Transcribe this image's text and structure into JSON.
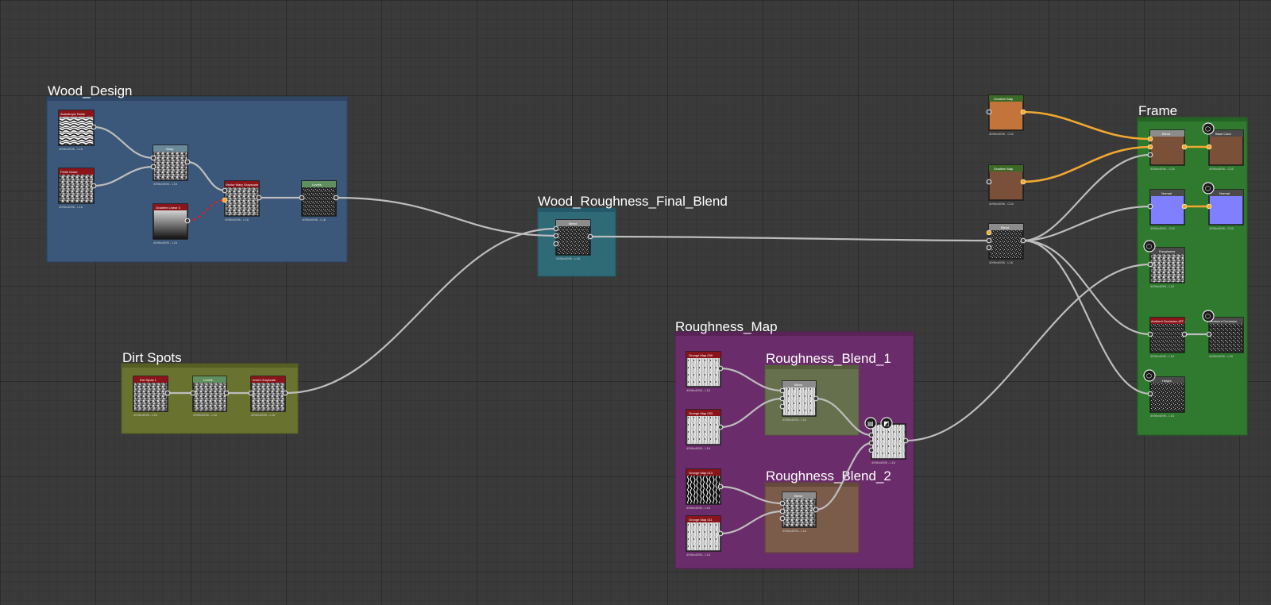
{
  "frames": {
    "wood_design": {
      "title": "Wood_Design",
      "color": "#3b5779"
    },
    "dirt_spots": {
      "title": "Dirt Spots",
      "color": "#6a7230"
    },
    "wood_roughness_final_blend": {
      "title": "Wood_Roughness_Final_Blend",
      "color": "#2f6a77"
    },
    "roughness_map": {
      "title": "Roughness_Map",
      "color": "#6b2c6b"
    },
    "roughness_blend_1": {
      "title": "Roughness_Blend_1",
      "color": "#67704c"
    },
    "roughness_blend_2": {
      "title": "Roughness_Blend_2",
      "color": "#7b5b4a"
    },
    "frame": {
      "title": "Frame",
      "color": "#2f7a2f"
    }
  },
  "nodes": {
    "anisotropic_noise": {
      "label": "Anisotropic Noise",
      "res": "4096x4096 - L16"
    },
    "perlin_noise": {
      "label": "Perlin Noise",
      "res": "4096x4096 - L16"
    },
    "warp": {
      "label": "Warp",
      "res": "4096x4096 - L16"
    },
    "gradient_linear": {
      "label": "Gradient Linear 3",
      "res": "4096x4096 - L16"
    },
    "vector_warp_grayscale": {
      "label": "Vector Warp Grayscale",
      "res": "4096x4096 - L16"
    },
    "levels": {
      "label": "Levels",
      "res": "4096x4096 - L16"
    },
    "final_blend": {
      "label": "Blend",
      "res": "4096x4096 - L16"
    },
    "grunge_spots": {
      "label": "Dirt Spots 1",
      "res": "4096x4096 - L16"
    },
    "dirt_levels": {
      "label": "Levels",
      "res": "4096x4096 - L16"
    },
    "dirt_invert": {
      "label": "Invert Grayscale",
      "res": "4096x4096 - L16"
    },
    "grunge_1": {
      "label": "Grunge Map 009",
      "res": "4096x4096 - L16"
    },
    "grunge_2": {
      "label": "Grunge Map 003",
      "res": "4096x4096 - L16"
    },
    "grunge_3": {
      "label": "Grunge Map 013",
      "res": "4096x4096 - L16"
    },
    "grunge_4": {
      "label": "Grunge Map 011",
      "res": "4096x4096 - L16"
    },
    "blend_1": {
      "label": "Blend",
      "res": "4096x4096 - L16"
    },
    "blend_2": {
      "label": "Blend",
      "res": "4096x4096 - L16"
    },
    "blend_out": {
      "label": "Blend",
      "res": "4096x4096 - L16"
    },
    "gradient_map_1": {
      "label": "Gradient Map",
      "res": "4096x4096 - C16"
    },
    "gradient_map_2": {
      "label": "Gradient Map",
      "res": "4096x4096 - C16"
    },
    "wood_blend": {
      "label": "Blend",
      "res": "4096x4096 - L16"
    },
    "color_blend": {
      "label": "Blend",
      "res": "4096x4096 - C16"
    },
    "base_color": {
      "label": "Base Color",
      "res": "4096x4096 - C16"
    },
    "normal_uniform": {
      "label": "Normal",
      "res": "4096x4096 - C16"
    },
    "normal_out": {
      "label": "Normal",
      "res": "4096x4096 - C16"
    },
    "roughness_out": {
      "label": "Roughness",
      "res": "4096x4096 - L16"
    },
    "ao": {
      "label": "Ambient Occlusion (RT...",
      "res": "4096x4096 - L16"
    },
    "ao_out": {
      "label": "Ambient Occlusion",
      "res": "4096x4096 - L16"
    },
    "height_out": {
      "label": "Height",
      "res": "4096x4096 - L16"
    }
  },
  "icons": {
    "output_badge": "output-node-icon",
    "comment_badge": "comment-icon",
    "preview_badge": "preview-icon"
  },
  "colors": {
    "wire": "#bdbdbd",
    "color_wire": "#f0a830",
    "generator_header": "#8a1419",
    "filter_header": "#8c8c8c",
    "adjust_header": "#5f8f5f",
    "output_header": "#4a4a4a",
    "gradient_header": "#3c6a26"
  }
}
